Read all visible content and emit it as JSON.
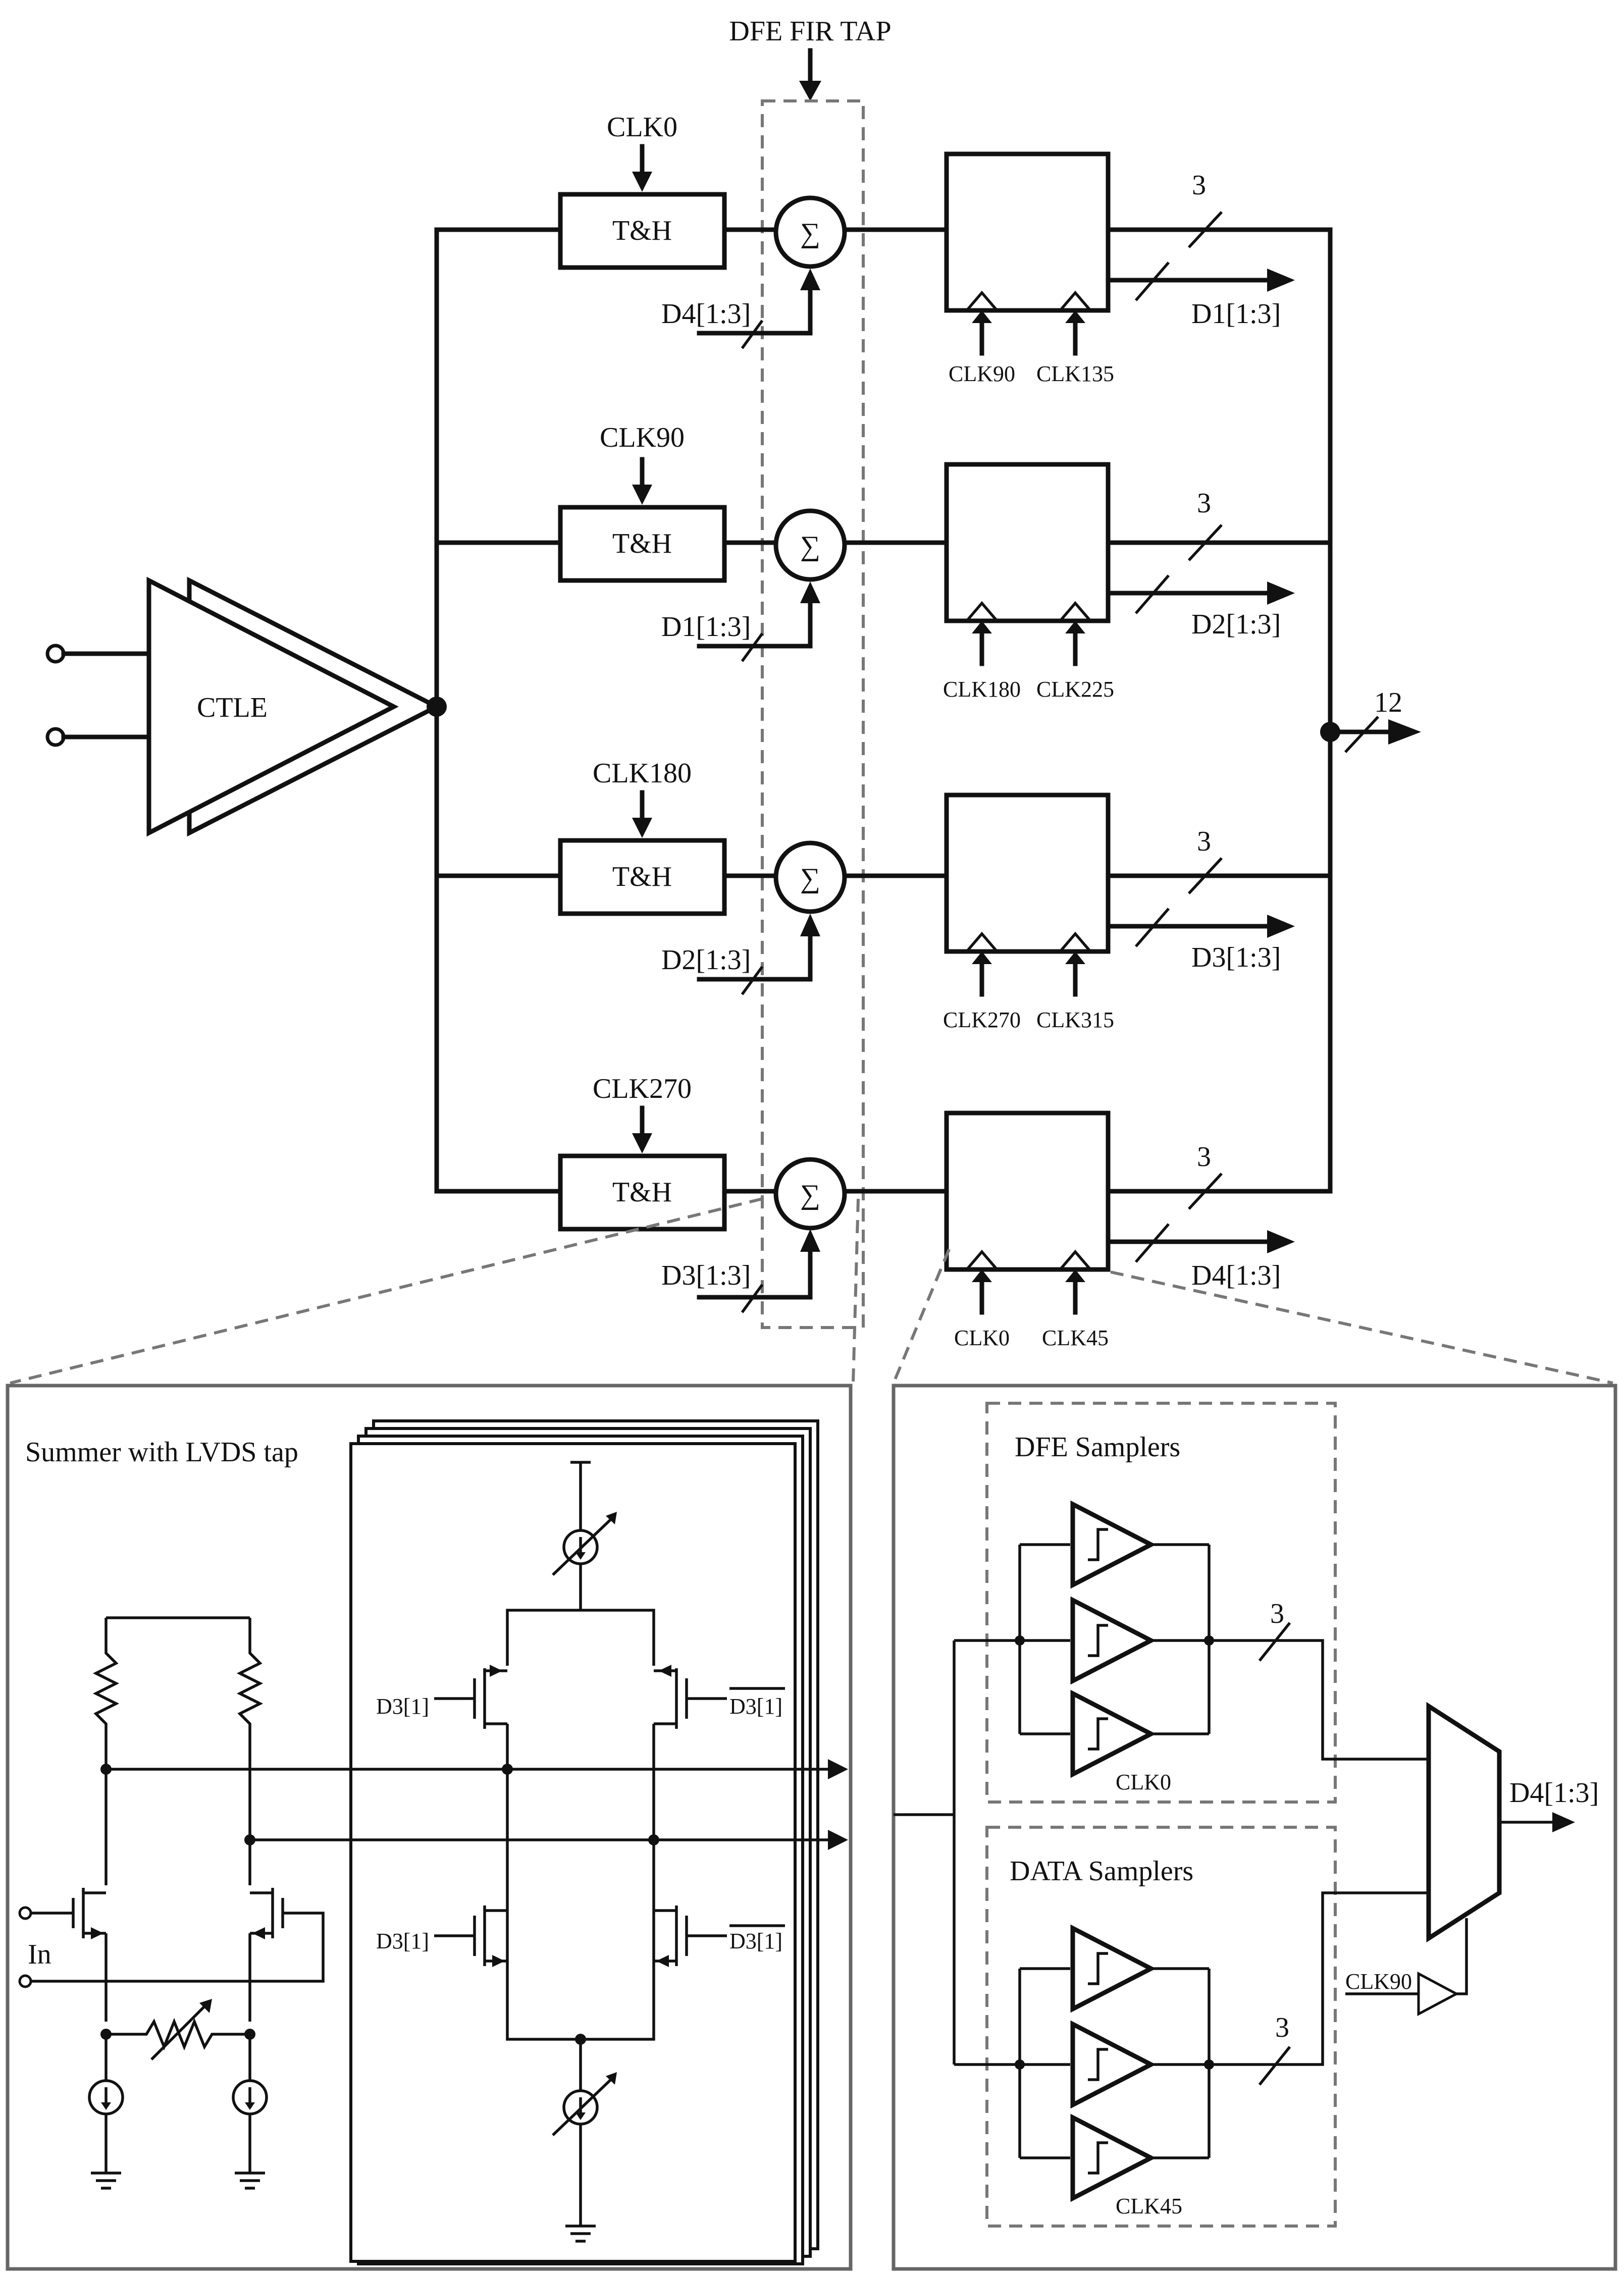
{
  "labels": {
    "dfe_fir_tap": "DFE FIR TAP",
    "ctle": "CTLE",
    "th": "T&H",
    "sigma": "∑",
    "bus_width": "3",
    "bus_out_width": "12",
    "ch0_clk": "CLK0",
    "ch1_clk": "CLK90",
    "ch2_clk": "CLK180",
    "ch3_clk": "CLK270",
    "ch0_fb": "D4[1:3]",
    "ch1_fb": "D1[1:3]",
    "ch2_fb": "D2[1:3]",
    "ch3_fb": "D3[1:3]",
    "ch0_out": "D1[1:3]",
    "ch1_out": "D2[1:3]",
    "ch2_out": "D3[1:3]",
    "ch3_out": "D4[1:3]",
    "ch0_clka": "CLK90",
    "ch0_clkb": "CLK135",
    "ch1_clka": "CLK180",
    "ch1_clkb": "CLK225",
    "ch2_clka": "CLK270",
    "ch2_clkb": "CLK315",
    "ch3_clka": "CLK0",
    "ch3_clkb": "CLK45",
    "summer_title": "Summer with LVDS tap",
    "in": "In",
    "d3_1": "D3[1]",
    "d3_1_bar": "D3[1]",
    "dfe_samplers": "DFE Samplers",
    "data_samplers": "DATA Samplers",
    "clk0": "CLK0",
    "clk45": "CLK45",
    "clk90": "CLK90",
    "mux_out": "D4[1:3]"
  }
}
